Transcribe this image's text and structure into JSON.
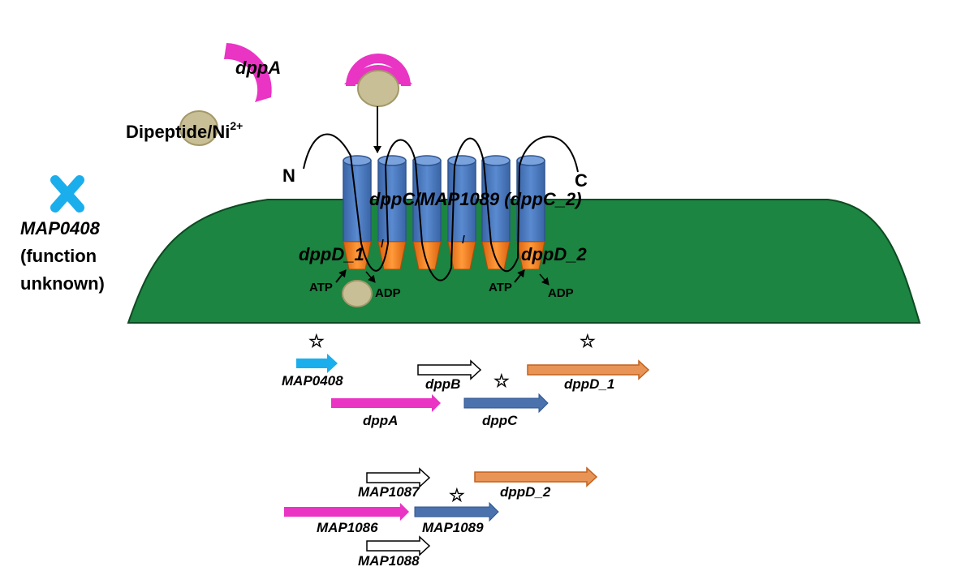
{
  "colors": {
    "cell": "#1b8541",
    "cell_border": "#0e4a22",
    "magenta": "#e934c4",
    "ligand": "#c8bf96",
    "blue_gene": "#4b72ad",
    "cylinder": "#4f7dc0",
    "orange": "#f07b1e",
    "orange_gene": "#e89456",
    "cyan": "#1aaeec"
  },
  "icons": {
    "deletion_mark": "x-cross-icon",
    "marker": "star-outline-icon"
  },
  "labels": {
    "dppA_top": "dppA",
    "dipeptide": "Dipeptide/Ni",
    "dipeptide_sup": "2+",
    "n_term": "N",
    "c_term": "C",
    "dppC_complex": "dppC/MAP1089 (dppC_2)",
    "dppD_1": "dppD_1",
    "dppD_2": "dppD_2",
    "atp": "ATP",
    "adp": "ADP",
    "map0408_line1": "MAP0408",
    "map0408_line2": "(function",
    "map0408_line3": "unknown)"
  },
  "operon1": {
    "MAP0408": "MAP0408",
    "dppA": "dppA",
    "dppB": "dppB",
    "dppC": "dppC",
    "dppD_1": "dppD_1"
  },
  "operon2": {
    "MAP1086": "MAP1086",
    "MAP1087": "MAP1087",
    "MAP1088": "MAP1088",
    "MAP1089": "MAP1089",
    "dppD_2": "dppD_2"
  }
}
